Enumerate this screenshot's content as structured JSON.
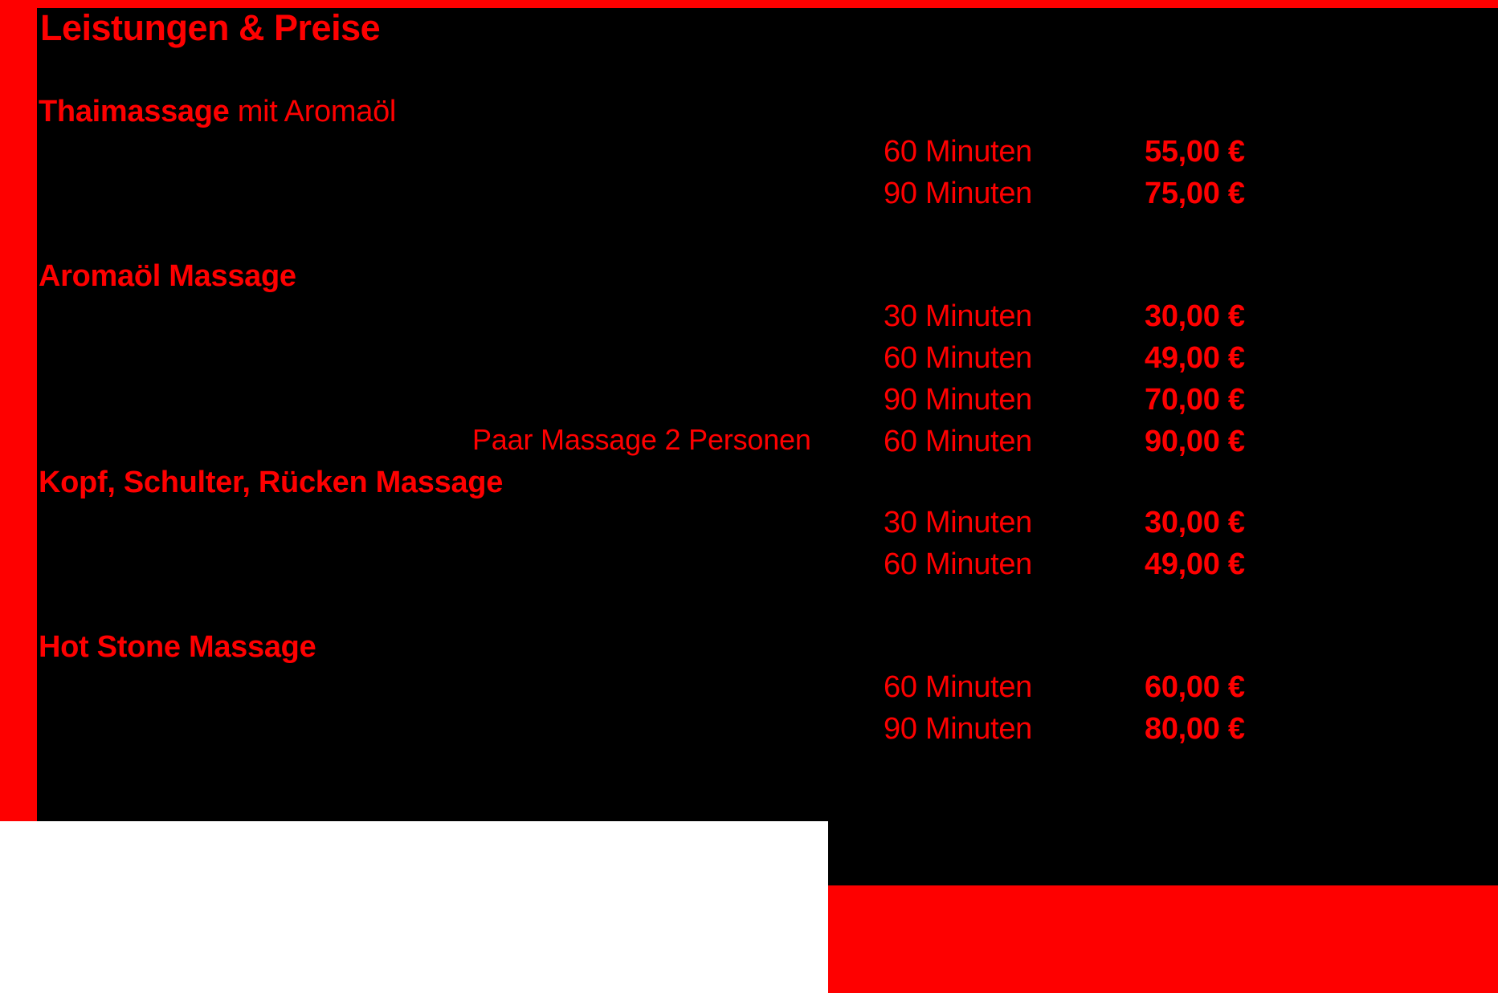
{
  "board": {
    "title": "Leistungen & Preise",
    "colors": {
      "accent_red": "#fe0000",
      "panel_black": "#000000",
      "cutout_white": "#ffffff"
    }
  },
  "sections": [
    {
      "id": "thaimassage",
      "heading_bold": "Thaimassage",
      "heading_regular": " mit Aromaöl",
      "rows": [
        {
          "note": "",
          "duration": "60 Minuten",
          "price": "55,00 €"
        },
        {
          "note": "",
          "duration": "90 Minuten",
          "price": "75,00 €"
        }
      ]
    },
    {
      "id": "aromaoel-massage",
      "heading_bold": "Aromaöl Massage",
      "heading_regular": "",
      "rows": [
        {
          "note": "",
          "duration": "30 Minuten",
          "price": "30,00 €"
        },
        {
          "note": "",
          "duration": "60 Minuten",
          "price": "49,00 €"
        },
        {
          "note": "",
          "duration": "90 Minuten",
          "price": "70,00 €"
        },
        {
          "note": "Paar Massage 2 Personen",
          "duration": "60 Minuten",
          "price": "90,00 €"
        }
      ]
    },
    {
      "id": "kopf-schulter-ruecken",
      "heading_bold": "Kopf, Schulter, Rücken Massage",
      "heading_regular": "",
      "rows": [
        {
          "note": "",
          "duration": "30 Minuten",
          "price": "30,00 €"
        },
        {
          "note": "",
          "duration": "60 Minuten",
          "price": "49,00 €"
        }
      ]
    },
    {
      "id": "hot-stone",
      "heading_bold": "Hot Stone Massage",
      "heading_regular": "",
      "rows": [
        {
          "note": "",
          "duration": "60 Minuten",
          "price": "60,00 €"
        },
        {
          "note": "",
          "duration": "90 Minuten",
          "price": "80,00 €"
        }
      ]
    }
  ]
}
